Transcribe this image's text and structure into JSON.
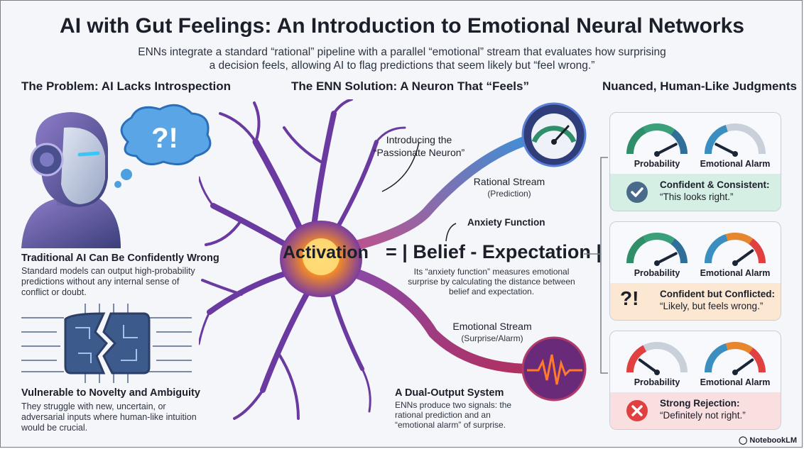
{
  "title": "AI with Gut Feelings: An Introduction to Emotional Neural Networks",
  "subtitle": "ENNs integrate a standard “rational” pipeline with a parallel “emotional” stream that evaluates how surprising a decision feels, allowing AI to flag predictions that seem likely but “feel wrong.”",
  "left": {
    "heading": "The Problem: AI Lacks Introspection",
    "bubble_text": "?!",
    "section1_title": "Traditional AI Can Be Confidently Wrong",
    "section1_body": "Standard models can output high-probability predictions without any internal sense of conflict or doubt.",
    "section2_title": "Vulnerable to Novelty and Ambiguity",
    "section2_body": "They struggle with new, uncertain, or adversarial inputs where human-like intuition would be crucial."
  },
  "center": {
    "heading": "The ENN Solution: A Neuron That “Feels”",
    "intro_line1": "Introducing the",
    "intro_line2": "“Passionate Neuron”",
    "rational_title": "Rational Stream",
    "rational_sub": "(Prediction)",
    "anxiety_title": "Anxiety Function",
    "activation": "Activation",
    "formula": "= | Belief - Expectation |",
    "anxiety_body": "Its “anxiety function” measures emotional surprise by calculating the distance between belief and expectation.",
    "emotional_title": "Emotional Stream",
    "emotional_sub": "(Surprise/Alarm)",
    "dual_title": "A Dual-Output System",
    "dual_body": "ENNs produce two signals: the rational prediction and an “emotional alarm” of surprise."
  },
  "right": {
    "heading": "Nuanced, Human-Like Judgments",
    "cards": [
      {
        "gauge1_label": "Probability",
        "gauge2_label": "Emotional Alarm",
        "probability": 0.85,
        "alarm": 0.15,
        "title": "Confident & Consistent:",
        "quote": "“This looks right.”",
        "status": "check",
        "band_color": "#d6efe4"
      },
      {
        "gauge1_label": "Probability",
        "gauge2_label": "Emotional Alarm",
        "probability": 0.85,
        "alarm": 0.8,
        "title": "Confident but Conflicted:",
        "quote": "“Likely, but feels wrong.”",
        "status": "?!",
        "band_color": "#fbe7d2"
      },
      {
        "gauge1_label": "Probability",
        "gauge2_label": "Emotional Alarm",
        "probability": 0.2,
        "alarm": 0.8,
        "title": "Strong Rejection:",
        "quote": "“Definitely not right.”",
        "status": "cross",
        "band_color": "#fadfe0"
      }
    ]
  },
  "footer": {
    "brand": "NotebookLM"
  },
  "colors": {
    "green": "#2f8f6a",
    "orange": "#e8862e",
    "red": "#e04040",
    "neuron_orange": "#f5a623",
    "purple": "#6b3fa0"
  }
}
